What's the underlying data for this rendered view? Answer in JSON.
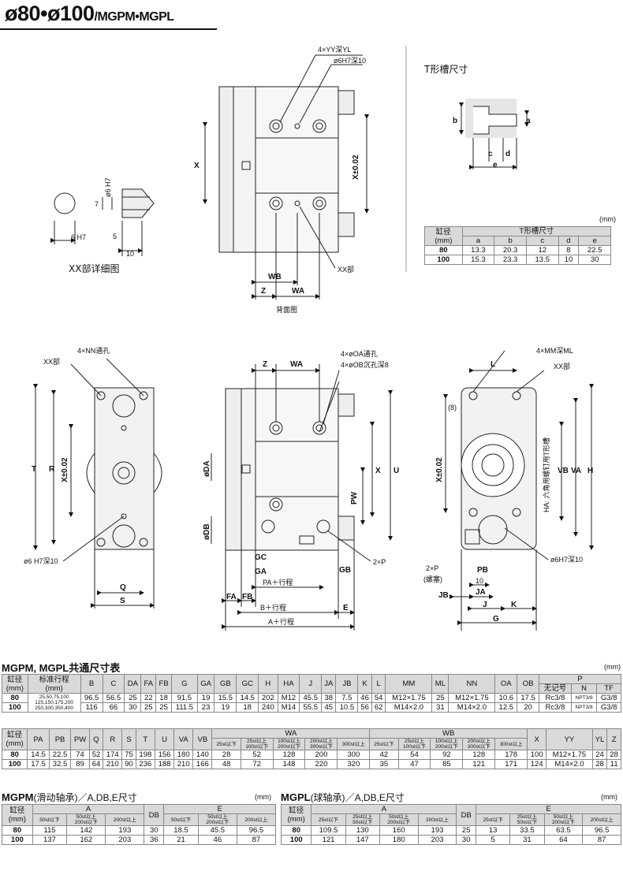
{
  "title": {
    "main": "ø80•ø100",
    "sub": "/MGPM•MGPL"
  },
  "drawings": {
    "top_view": {
      "labels": [
        "4×YY深YL",
        "ø6H7深10",
        "X",
        "X±0.02",
        "WB",
        "WA",
        "Z",
        "XX部"
      ],
      "caption": "背面图"
    },
    "xx_detail": {
      "labels": [
        "ø6 H7",
        "7",
        "6 H7",
        "5",
        "10"
      ],
      "caption": "XX部详细图"
    },
    "t_slot": {
      "title": "T形槽尺寸",
      "labels": [
        "a",
        "b",
        "c",
        "d",
        "e"
      ]
    },
    "front_left": {
      "labels": [
        "4×NN通孔",
        "XX部",
        "T",
        "R",
        "X±0.02",
        "ø6 H7深10",
        "Q",
        "S"
      ]
    },
    "front_mid": {
      "labels": [
        "Z",
        "WA",
        "4×øOA通孔",
        "4×øOB沉孔深8",
        "øDA",
        "øDB",
        "X",
        "U",
        "PW",
        "GC",
        "GA",
        "GB",
        "2×P",
        "PA＋行程",
        "FA",
        "FB",
        "B＋行程",
        "E",
        "A＋行程"
      ]
    },
    "front_right": {
      "labels": [
        "L",
        "4×MM深ML",
        "XX部",
        "(8)",
        "X±0.02",
        "VB",
        "VA",
        "H",
        "HA: 六角用螺钉用T形槽",
        "ø6H7深10",
        "2×P",
        "(螺塞)",
        "PB",
        "10",
        "JB",
        "JA",
        "J",
        "K",
        "G"
      ]
    }
  },
  "t_slot_table": {
    "unit": "(mm)",
    "header_bore": "缸径\n(mm)",
    "header_group": "T形槽尺寸",
    "cols": [
      "a",
      "b",
      "c",
      "d",
      "e"
    ],
    "rows": [
      {
        "bore": "80",
        "values": [
          "13.3",
          "20.3",
          "12",
          "8",
          "22.5"
        ]
      },
      {
        "bore": "100",
        "values": [
          "15.3",
          "23.3",
          "13.5",
          "10",
          "30"
        ]
      }
    ]
  },
  "common_table": {
    "title": "MGPM, MGPL共通尺寸表",
    "unit": "(mm)",
    "head1": [
      "缸径\n(mm)",
      "标准行程\n(mm)",
      "B",
      "C",
      "DA",
      "FA",
      "FB",
      "G",
      "GA",
      "GB",
      "GC",
      "H",
      "HA",
      "J",
      "JA",
      "JB",
      "K",
      "L",
      "MM",
      "ML",
      "NN",
      "OA",
      "OB"
    ],
    "p_group": "P",
    "p_cols": [
      "无记号",
      "N",
      "TF"
    ],
    "rows1": [
      {
        "bore": "80",
        "strokes": "25,50,75,100",
        "values": [
          "96.5",
          "56.5",
          "25",
          "22",
          "18",
          "91.5",
          "19",
          "15.5",
          "14.5",
          "202",
          "M12",
          "45.5",
          "38",
          "7.5",
          "46",
          "54",
          "M12×1.75",
          "25",
          "M12×1.75",
          "10.6",
          "17.5",
          "Rc3/8",
          "NPT3/8",
          "G3/8"
        ]
      },
      {
        "bore": "100",
        "strokes": "125,150,175,200\n250,300,350,400",
        "values": [
          "116",
          "66",
          "30",
          "25",
          "25",
          "111.5",
          "23",
          "19",
          "18",
          "240",
          "M14",
          "55.5",
          "45",
          "10.5",
          "56",
          "62",
          "M14×2.0",
          "31",
          "M14×2.0",
          "12.5",
          "20",
          "Rc3/8",
          "NPT3/8",
          "G3/8"
        ]
      }
    ],
    "head2": [
      "缸径\n(mm)",
      "PA",
      "PB",
      "PW",
      "Q",
      "R",
      "S",
      "T",
      "U",
      "VA",
      "VB"
    ],
    "wa_group": "WA",
    "wb_group": "WB",
    "wa_cols": [
      "25st以下",
      "25st以上\n100st以下",
      "100st以上\n200st以下",
      "200st以上\n300st以下",
      "300st以上"
    ],
    "wb_cols": [
      "25st以下",
      "25st以上\n100st以下",
      "100st以上\n200st以下",
      "200st以上\n300st以下",
      "300st以上"
    ],
    "tail_cols": [
      "X",
      "YY",
      "YL",
      "Z"
    ],
    "rows2": [
      {
        "bore": "80",
        "values": [
          "14.5",
          "22.5",
          "74",
          "52",
          "174",
          "75",
          "198",
          "156",
          "180",
          "140",
          "28",
          "52",
          "128",
          "200",
          "300",
          "42",
          "54",
          "92",
          "128",
          "178",
          "100",
          "M12×1.75",
          "24",
          "28"
        ]
      },
      {
        "bore": "100",
        "values": [
          "17.5",
          "32.5",
          "89",
          "64",
          "210",
          "90",
          "236",
          "188",
          "210",
          "166",
          "48",
          "72",
          "148",
          "220",
          "320",
          "35",
          "47",
          "85",
          "121",
          "171",
          "124",
          "M14×2.0",
          "28",
          "11"
        ]
      }
    ]
  },
  "mgpm_table": {
    "title": "MGPM",
    "title_note": "(滑动轴承)",
    "title_rest": "／A,DB,E尺寸",
    "unit": "(mm)",
    "head_bore": "缸径\n(mm)",
    "group_a": "A",
    "group_db": "DB",
    "group_e": "E",
    "a_cols": [
      "50st以下",
      "50st以上\n200st以下",
      "200st以上"
    ],
    "e_cols": [
      "50st以下",
      "50st以上\n200st以下",
      "200st以上"
    ],
    "rows": [
      {
        "bore": "80",
        "values": [
          "115",
          "142",
          "193",
          "30",
          "18.5",
          "45.5",
          "96.5"
        ]
      },
      {
        "bore": "100",
        "values": [
          "137",
          "162",
          "203",
          "36",
          "21",
          "46",
          "87"
        ]
      }
    ]
  },
  "mgpl_table": {
    "title": "MGPL",
    "title_note": "(球轴承)",
    "title_rest": "／A,DB,E尺寸",
    "unit": "(mm)",
    "head_bore": "缸径\n(mm)",
    "group_a": "A",
    "group_db": "DB",
    "group_e": "E",
    "a_cols": [
      "25st以下",
      "25st以上\n50st以下",
      "50st以上\n200st以下",
      "200st以上"
    ],
    "e_cols": [
      "25st以下",
      "25st以上\n50st以下",
      "50st以上\n200st以下",
      "200st以上"
    ],
    "rows": [
      {
        "bore": "80",
        "values": [
          "109.5",
          "130",
          "160",
          "193",
          "25",
          "13",
          "33.5",
          "63.5",
          "96.5"
        ]
      },
      {
        "bore": "100",
        "values": [
          "121",
          "147",
          "180",
          "203",
          "30",
          "5",
          "31",
          "64",
          "87"
        ]
      }
    ]
  }
}
